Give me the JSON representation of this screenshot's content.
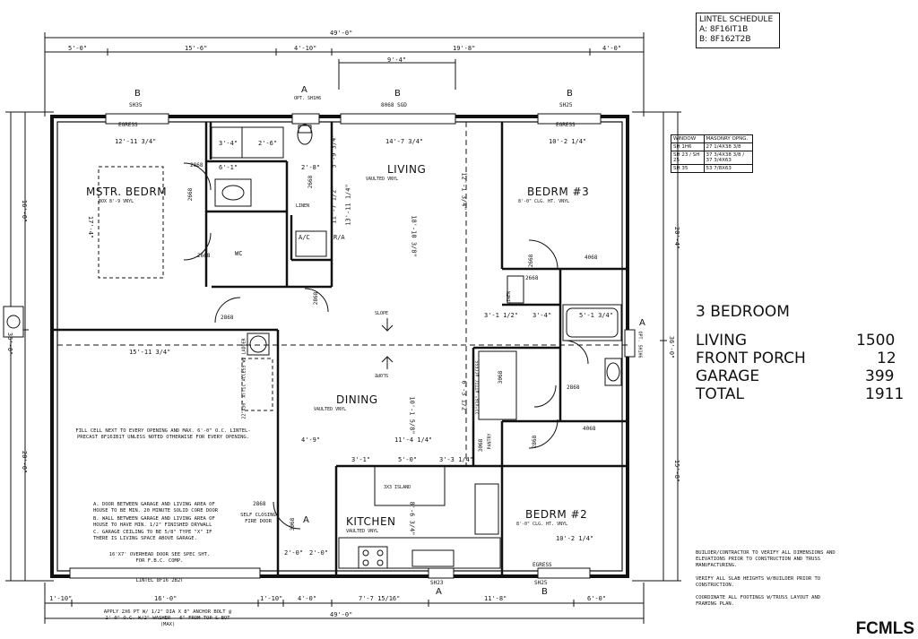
{
  "lintel_schedule": {
    "title": "LINTEL SCHEDULE",
    "line_a": "A: 8F16IT1B",
    "line_b": "B: 8F162T2B"
  },
  "window_schedule": {
    "headers": [
      "WINDOW",
      "MASONRY OPNG."
    ],
    "rows": [
      [
        "SH 1H6",
        "27 1/4X38 3/8"
      ],
      [
        "SH 23 / SH 25",
        "37 3/4X38 3/8 / 37 3/4X63"
      ],
      [
        "SH 35",
        "53 7/8X63"
      ]
    ]
  },
  "summary": {
    "heading": "3 BEDROOM",
    "rows": [
      {
        "label": "LIVING",
        "value": "1500"
      },
      {
        "label": "FRONT PORCH",
        "value": "12"
      },
      {
        "label": "GARAGE",
        "value": "399"
      },
      {
        "label": "TOTAL",
        "value": "1911"
      }
    ]
  },
  "rooms": {
    "mstr_bedrm": {
      "name": "MSTR. BEDRM",
      "sub": "BOX 8'-9  VNYL"
    },
    "living": {
      "name": "LIVING",
      "sub": "VAULTED  VNYL"
    },
    "bedrm3": {
      "name": "BEDRM #3",
      "sub": "8'-0\" CLG. HT.  VNYL"
    },
    "dining": {
      "name": "DINING",
      "sub": "VAULTED  VNYL"
    },
    "kitchen": {
      "name": "KITCHEN",
      "sub": "VAULTED  VNYL"
    },
    "bedrm2": {
      "name": "BEDRM #2",
      "sub": "8'-0\" CLG. HT.  VNYL"
    },
    "wc": "WC",
    "ac": "A/C",
    "ra": "R/A",
    "linen": "LINEN",
    "linen2": "LINEN",
    "pantry": "PANTRY",
    "island": "3X3 ISLAND",
    "attic": "22\"X36\" ATTIC ACCESS W/ LADDER",
    "attic2": "22\"X36\" ATTIC ACCESS",
    "slope": "SLOPE"
  },
  "overall": {
    "top": "49'-0\"",
    "bottom": "49'-0\"",
    "left": "36'-0\"",
    "right": "36'-0\"",
    "left_upper": "16'-0\"",
    "left_lower": "20'-0\"",
    "right_upper": "20'-4\"",
    "right_lower": "15'-8\""
  },
  "top_dims": [
    "5'-0\"",
    "15'-6\"",
    "4'-10\"",
    "19'-8\"",
    "4'-0\""
  ],
  "bottom_dims": [
    "1'-10\"",
    "16'-0\"",
    "1'-10\"",
    "4'-0\"",
    "7'-7 15/16\"",
    "11'-8\"",
    "6'-0\""
  ],
  "windows": {
    "top_b1": "B",
    "top_b1_spec": "SH35",
    "top_a": "A",
    "top_a_spec": "OPT. SH1H6",
    "top_b2": "B",
    "top_b2_spec": "8068 SGD",
    "top_b3": "B",
    "top_b3_spec": "SH25",
    "egress1": "EGRESS",
    "egress2": "EGRESS",
    "egress3": "EGRESS",
    "bot_a": "A",
    "bot_a_spec": "SH23",
    "bot_b": "B",
    "bot_b_spec": "SH25",
    "right_a": "A",
    "right_a_spec": "OPT. SH1H6",
    "door_a": "A",
    "opening_94": "9'-4\""
  },
  "interior_dims": [
    "12'-11 3/4\"",
    "14'-7 3/4\"",
    "10'-2 1/4\"",
    "6'-1\"",
    "2'-8\"",
    "3'-4\"",
    "2'-6\"",
    "17'-4\"",
    "12'-1 3/4\"",
    "18'-10 3/8\"",
    "15'-11 3/4\"",
    "3'-1 1/2\"",
    "3'-4\"",
    "5'-1 3/4\"",
    "11'-4 1/4\"",
    "5'-0\"",
    "3'-3 1/4\"",
    "10'-2 1/4\"",
    "4'-9\"",
    "3'-1\"",
    "8'-6 3/4\"",
    "2'-0\"",
    "2'-0\"",
    "5'-9 3/4\"",
    "11'-7 1/2\"",
    "13'-11 1/4\"",
    "10'-1 5/8\"",
    "6'-3 1/2\""
  ],
  "doors": [
    "2868",
    "2668",
    "2668",
    "2868",
    "2868",
    "2668",
    "4068",
    "2868",
    "4068",
    "2668",
    "3068",
    "2868",
    "3068",
    "2868",
    "2668",
    "3068"
  ],
  "garage": {
    "note1": "FILL CELL NEXT TO EVERY OPENING AND MAX. 6'-0\" O.C. LINTEL-PRECAST 8F16IB1T UNLESS NOTED OTHERWISE FOR EVERY OPENING.",
    "note2a": "A. DOOR BETWEEN GARAGE AND LIVING AREA OF HOUSE TO BE MIN. 20 MINUTE SOLID CORE DOOR",
    "note2b": "B. WALL BETWEEN GARAGE AND LIVING AREA OF HOUSE TO HAVE MIN. 1/2\" FINISHED DRYWALL",
    "note2c": "C. GARAGE CEILING TO BE 5/8\" TYPE \"X\" IF THERE IS LIVING SPACE ABOVE GARAGE.",
    "overhead": "16'X7' OVERHEAD DOOR SEE SPEC SHT. FOR F.B.C. COMP.",
    "lintel": "LINTEL 8F16 2B2T",
    "self_closing": "SELF CLOSING FIRE DOOR",
    "anchor": "APPLY 2X6 PT W/ 1/2\" DIA X 8\" ANCHOR BOLT @ 2'-0\" O.C. W/2\" WASHER - 6\" FROM TOP & BOT (MAX)"
  },
  "builder_notes": [
    "BUILDER/CONTRACTOR TO VERIFY ALL DIMENSIONS AND ELEVATIONS PRIOR TO CONSTRUCTION AND TRUSS MANUFACTURING.",
    "VERIFY ALL SLAB HEIGHTS W/BUILDER PRIOR TO CONSTRUCTION.",
    "COORDINATE ALL FOOTINGS W/TRUSS LAYOUT AND FRAMING PLAN."
  ],
  "watermark": "FCMLS"
}
